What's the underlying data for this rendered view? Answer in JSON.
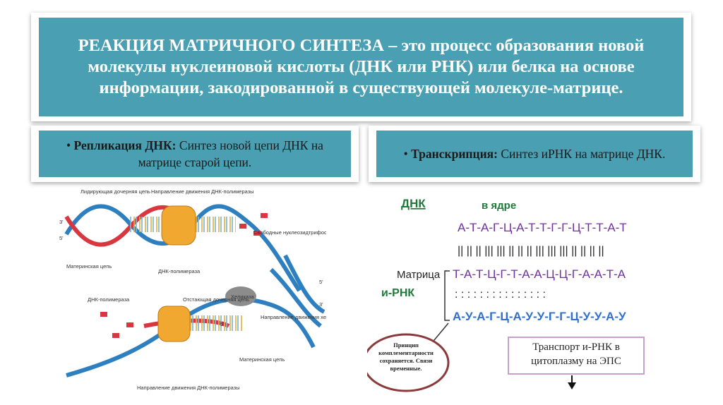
{
  "title": "РЕАКЦИЯ МАТРИЧНОГО СИНТЕЗА – это процесс образования новой молекулы нуклеиновой кислоты (ДНК или РНК) или белка на основе информации, закодированной в существующей молекуле-матрице.",
  "left_bullet": {
    "marker": "•",
    "term": "Репликация ДНК:",
    "text": "Синтез новой цепи ДНК на матрице старой цепи."
  },
  "right_bullet": {
    "marker": "•",
    "term": "Транскрипция:",
    "text": "Синтез иРНК на матрице ДНК."
  },
  "replication_figure": {
    "labels": {
      "leading": "Лидирующая дочерняя цепь",
      "direction_poly": "Направление движения ДНК-полимеразы",
      "three_top": "3'",
      "five_top": "5'",
      "free_nucleo": "Свободные нуклеозидтрифосфаты",
      "maternal_top": "Материнская цепь",
      "poly_mid": "ДНК-полимераза",
      "poly_bottom": "ДНК-полимераза",
      "lagging": "Отстающая дочерняя цепь",
      "helicase": "Хеликаза",
      "dir_helicase": "Направление движения хеликазы и репликативной вилки",
      "five_bottom": "5'",
      "three_right": "3'",
      "five_right": "5'",
      "maternal_bottom": "Материнская цепь",
      "dir_poly_bottom": "Направление движения ДНК-полимеразы"
    }
  },
  "transcription_figure": {
    "dna_label": "ДНК",
    "nucleus_label": "в ядре",
    "dna_strand": "А-Т-А-Г-Ц-А-Т-Т-Г-Г-Ц-Т-Т-А-Т",
    "bonds_dna": "|| || || ||| ||| || || || ||| ||| ||| || || || ||",
    "matrix_label": "Матрица",
    "matrix_strand": "Т-А-Т-Ц-Г-Т-А-А-Ц-Ц-Г-А-А-Т-А",
    "irna_label": "и-РНК",
    "bonds_rna": ": : : : : : : : : : : : : : :",
    "rna_strand": "А-У-А-Г-Ц-А-У-У-Г-Г-Ц-У-У-А-У",
    "principle_note": "Принцип комплементарности сохраняется. Связи временные.",
    "transport_note": "Транспорт и-РНК в цитоплазму на ЭПС"
  }
}
